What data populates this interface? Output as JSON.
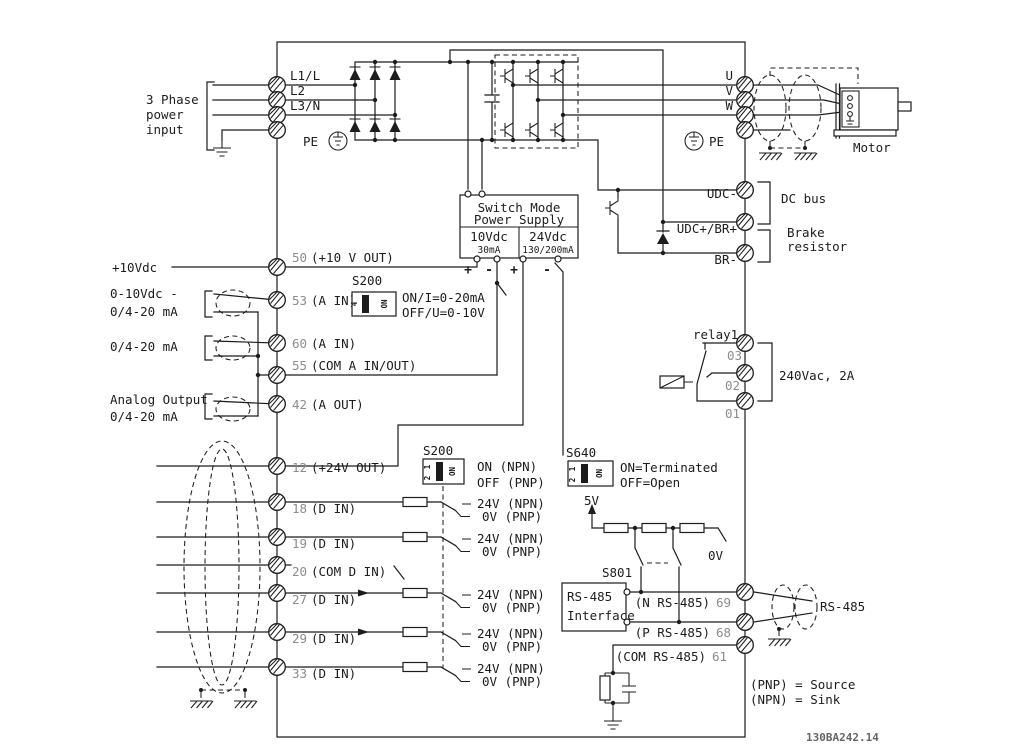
{
  "drawing_id": "130BA242.14",
  "power_input": {
    "line1": "3 Phase",
    "line2": "power",
    "line3": "input",
    "t_l1": "L1/L",
    "t_l2": "L2",
    "t_l3": "L3/N",
    "pe": "PE"
  },
  "output": {
    "u": "U",
    "v": "V",
    "w": "W",
    "pe": "PE",
    "motor": "Motor"
  },
  "dc": {
    "udc_minus": "UDC-",
    "udc_plus": "UDC+/BR+",
    "br_minus": "BR-",
    "bus": "DC bus",
    "brake1": "Brake",
    "brake2": "resistor"
  },
  "smps": {
    "line1": "Switch Mode",
    "line2": "Power Supply",
    "v10": "10Vdc",
    "i10": "30mA",
    "v24": "24Vdc",
    "i24": "130/200mA",
    "plus": "+",
    "minus": "-"
  },
  "analog": {
    "src10": "+10Vdc",
    "in53a": "0-10Vdc -",
    "in53b": "0/4-20 mA",
    "in60": "0/4-20 mA",
    "out42a": "Analog Output",
    "out42b": "0/4-20 mA",
    "n50": "50",
    "l50": "(+10 V OUT)",
    "n53": "53",
    "l53": "(A IN)",
    "n60": "60",
    "l60": "(A IN)",
    "n55": "55",
    "l55": "(COM A IN/OUT)",
    "n42": "42",
    "l42": "(A OUT)"
  },
  "s200_analog": {
    "name": "S200",
    "digit": "4",
    "on": "ON",
    "opt1": "ON/I=0-20mA",
    "opt2": "OFF/U=0-10V"
  },
  "s200_digital": {
    "name": "S200",
    "d1": "1",
    "d2": "2",
    "on": "ON",
    "opt1": "ON (NPN)",
    "opt2": "OFF (PNP)"
  },
  "s640": {
    "name": "S640",
    "d1": "1",
    "d2": "2",
    "on": "ON",
    "opt1": "ON=Terminated",
    "opt2": "OFF=Open"
  },
  "digital": {
    "n12": "12",
    "l12": "(+24V OUT)",
    "n20": "20",
    "l20": "(COM D IN)",
    "npn": "24V (NPN)",
    "pnp": "0V (PNP)",
    "rows": [
      {
        "num": "18",
        "label": "(D IN)"
      },
      {
        "num": "19",
        "label": "(D IN)"
      },
      {
        "num": "27",
        "label": "(D IN)"
      },
      {
        "num": "29",
        "label": "(D IN)"
      },
      {
        "num": "33",
        "label": "(D IN)"
      }
    ]
  },
  "relay": {
    "name": "relay1",
    "n03": "03",
    "n02": "02",
    "n01": "01",
    "rating": "240Vac, 2A"
  },
  "rs485": {
    "v5": "5V",
    "v0_chain": "0V",
    "s801": "S801",
    "box1": "RS-485",
    "box2": "Interface",
    "n_label": "(N RS-485)",
    "n_num": "69",
    "p_label": "(P RS-485)",
    "p_num": "68",
    "com_label": "(COM RS-485)",
    "com_num": "61",
    "cable": "RS-485"
  },
  "legend": {
    "pnp": "(PNP) = Source",
    "npn": "(NPN) = Sink"
  }
}
